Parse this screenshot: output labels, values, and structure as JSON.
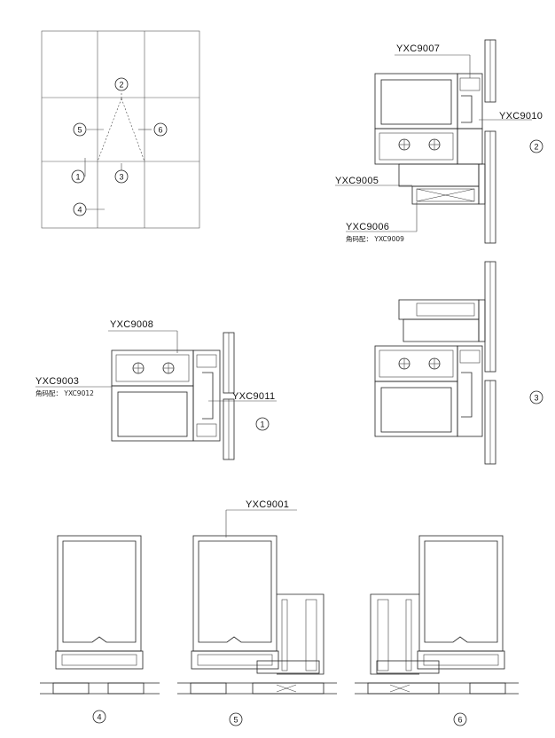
{
  "key_plan": {
    "markers": [
      "2",
      "5",
      "6",
      "1",
      "3",
      "4"
    ]
  },
  "labels": {
    "yxc9007": "YXC9007",
    "yxc9010": "YXC9010",
    "yxc9005": "YXC9005",
    "yxc9006": "YXC9006",
    "yxc9006_sub": "角码配： YXC9009",
    "yxc9008": "YXC9008",
    "yxc9003": "YXC9003",
    "yxc9003_sub": "角码配： YXC9012",
    "yxc9011": "YXC9011",
    "yxc9001": "YXC9001"
  },
  "section_marks": {
    "s1": "1",
    "s2": "2",
    "s3": "3",
    "s4": "4",
    "s5": "5",
    "s6": "6"
  }
}
